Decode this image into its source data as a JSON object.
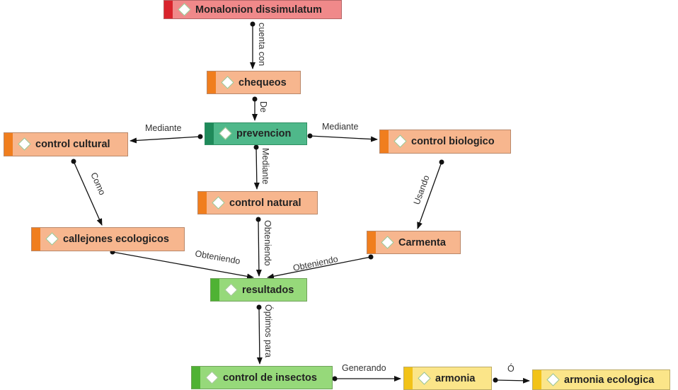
{
  "nodes": {
    "monalonion": "Monalonion dissimulatum",
    "chequeos": "chequeos",
    "prevencion": "prevencion",
    "control_cultural": "control cultural",
    "control_biologico": "control biologico",
    "control_natural": "control natural",
    "callejones": "callejones ecologicos",
    "carmenta": "Carmenta",
    "resultados": "resultados",
    "control_insectos": "control de insectos",
    "armonia": "armonia",
    "armonia_ecologica": "armonia ecologica"
  },
  "edges": {
    "cuenta_con": "cuenta con",
    "de": "De",
    "mediante_left": "Mediante",
    "mediante_right": "Mediante",
    "mediante_down": "Mediante",
    "como": "Como",
    "usando": "Usando",
    "obteniendo_left": "Obteniendo",
    "obteniendo_mid": "Obteniendo",
    "obteniendo_right": "Obteniendo",
    "optimos_para": "Óptimos para",
    "generando": "Generando",
    "o": "Ó"
  },
  "colors": {
    "red": "#d9232c",
    "orange": "#f07e1e",
    "teal": "#1f8a5a",
    "green": "#4fb234",
    "yellow": "#f2c318"
  }
}
